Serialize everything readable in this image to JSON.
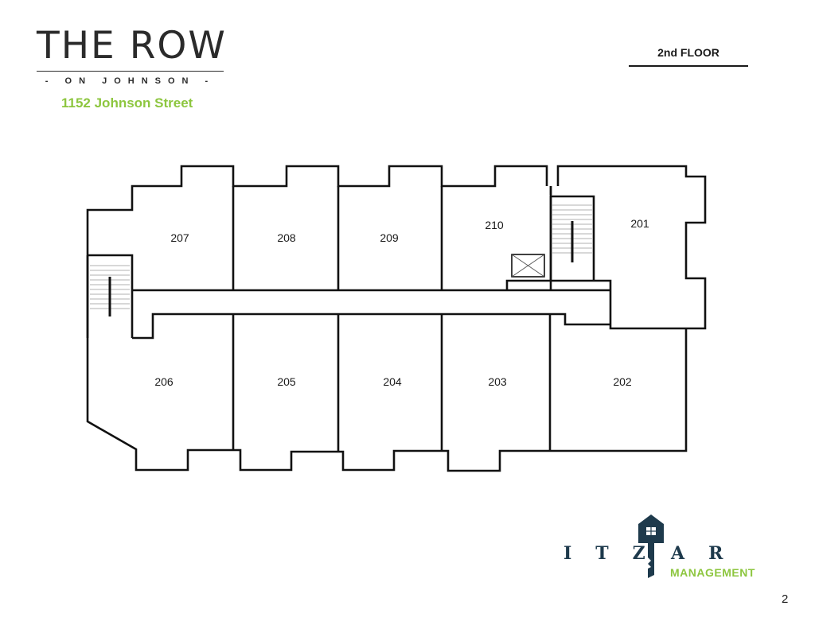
{
  "brand": {
    "title": "THE ROW",
    "subtitle": "- ON JOHNSON -",
    "address": "1152 Johnson Street"
  },
  "floor": {
    "label": "2nd FLOOR"
  },
  "units": [
    "207",
    "208",
    "209",
    "210",
    "201",
    "206",
    "205",
    "204",
    "203",
    "202"
  ],
  "logo": {
    "letters_left": "ITZ",
    "letters_right": "AR",
    "management": "MANAGEMENT",
    "key_icon": "house-key-icon",
    "colors": {
      "navy": "#1e3a4c",
      "green": "#8dc63f"
    }
  },
  "page": {
    "number": "2"
  }
}
